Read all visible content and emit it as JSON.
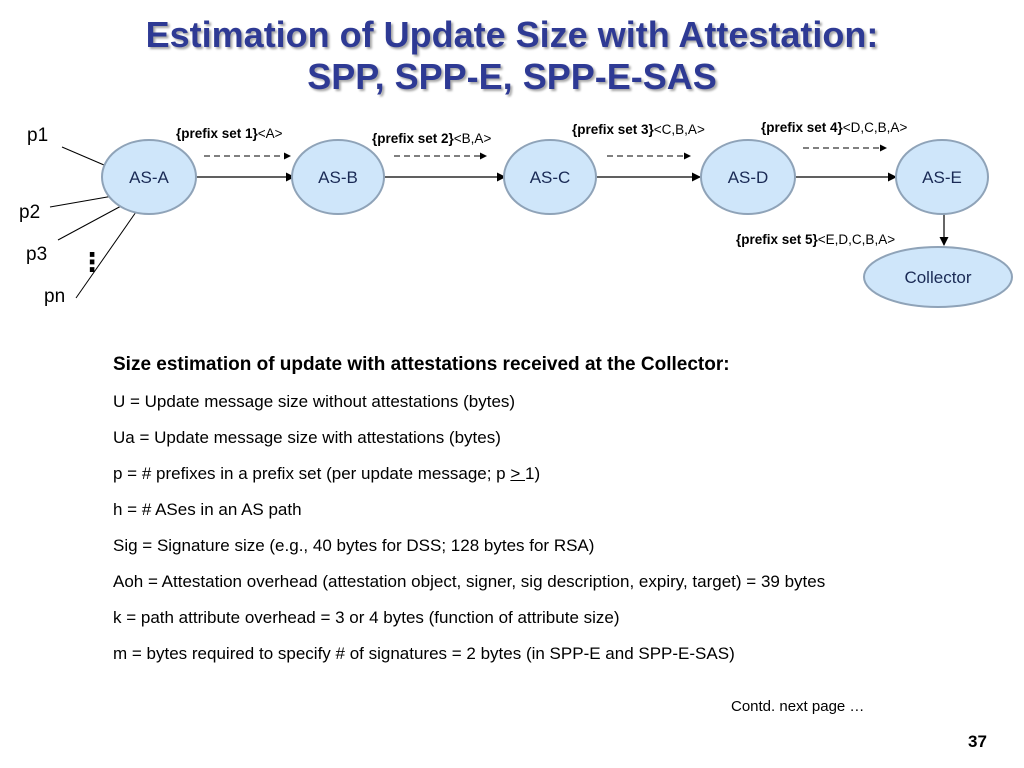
{
  "title": {
    "line1": "Estimation of Update Size with Attestation:",
    "line2": "SPP, SPP-E, SPP-E-SAS"
  },
  "diagram": {
    "nodes": [
      "AS-A",
      "AS-B",
      "AS-C",
      "AS-D",
      "AS-E",
      "Collector"
    ],
    "prefixes": [
      "p1",
      "p2",
      "p3",
      "pn"
    ],
    "ellipsis": "⋮",
    "edges": [
      {
        "bold": "{prefix set 1}",
        "path": "<A>"
      },
      {
        "bold": "{prefix set 2}",
        "path": "<B,A>"
      },
      {
        "bold": "{prefix set 3}",
        "path": "<C,B,A>"
      },
      {
        "bold": "{prefix set 4}",
        "path": "<D,C,B,A>"
      },
      {
        "bold": "{prefix set 5}",
        "path": "<E,D,C,B,A>"
      }
    ],
    "colors": {
      "node_fill": "#cfe6fa",
      "node_stroke": "#8fa3b8"
    }
  },
  "section": {
    "heading": "Size estimation of update with attestations received at the Collector:",
    "definitions": [
      "U = Update message size without attestations (bytes)",
      "Ua = Update message size with attestations (bytes)",
      {
        "pre": "p = # prefixes in a prefix set (per update message; p ",
        "underlined": "> ",
        "post": "1)"
      },
      "h = # ASes in an AS path",
      "Sig = Signature size  (e.g., 40 bytes for DSS; 128 bytes for RSA)",
      "Aoh = Attestation overhead (attestation object, signer, sig description, expiry, target) = 39 bytes",
      "k = path attribute overhead = 3 or 4 bytes (function of attribute size)",
      "m = bytes required to specify # of signatures = 2 bytes (in SPP-E and SPP-E-SAS)"
    ]
  },
  "footer": {
    "contd": "Contd. next page …",
    "page_number": "37"
  }
}
